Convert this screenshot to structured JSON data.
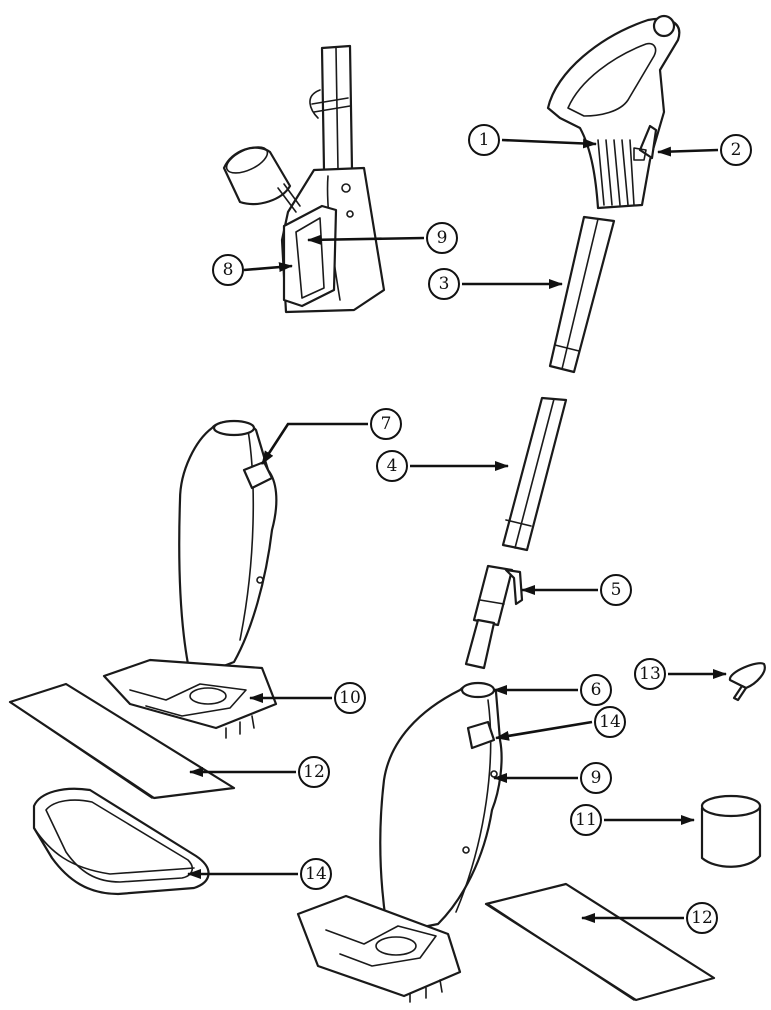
{
  "callouts": [
    {
      "id": "c1",
      "label": "1"
    },
    {
      "id": "c2",
      "label": "2"
    },
    {
      "id": "c3",
      "label": "3"
    },
    {
      "id": "c4",
      "label": "4"
    },
    {
      "id": "c5",
      "label": "5"
    },
    {
      "id": "c6",
      "label": "6"
    },
    {
      "id": "c7",
      "label": "7"
    },
    {
      "id": "c8",
      "label": "8"
    },
    {
      "id": "c9a",
      "label": "9"
    },
    {
      "id": "c9b",
      "label": "9"
    },
    {
      "id": "c10",
      "label": "10"
    },
    {
      "id": "c11",
      "label": "11"
    },
    {
      "id": "c12a",
      "label": "12"
    },
    {
      "id": "c12b",
      "label": "12"
    },
    {
      "id": "c13",
      "label": "13"
    },
    {
      "id": "c14a",
      "label": "14"
    },
    {
      "id": "c14b",
      "label": "14"
    }
  ],
  "colors": {
    "line": "#111111",
    "background": "#ffffff"
  }
}
